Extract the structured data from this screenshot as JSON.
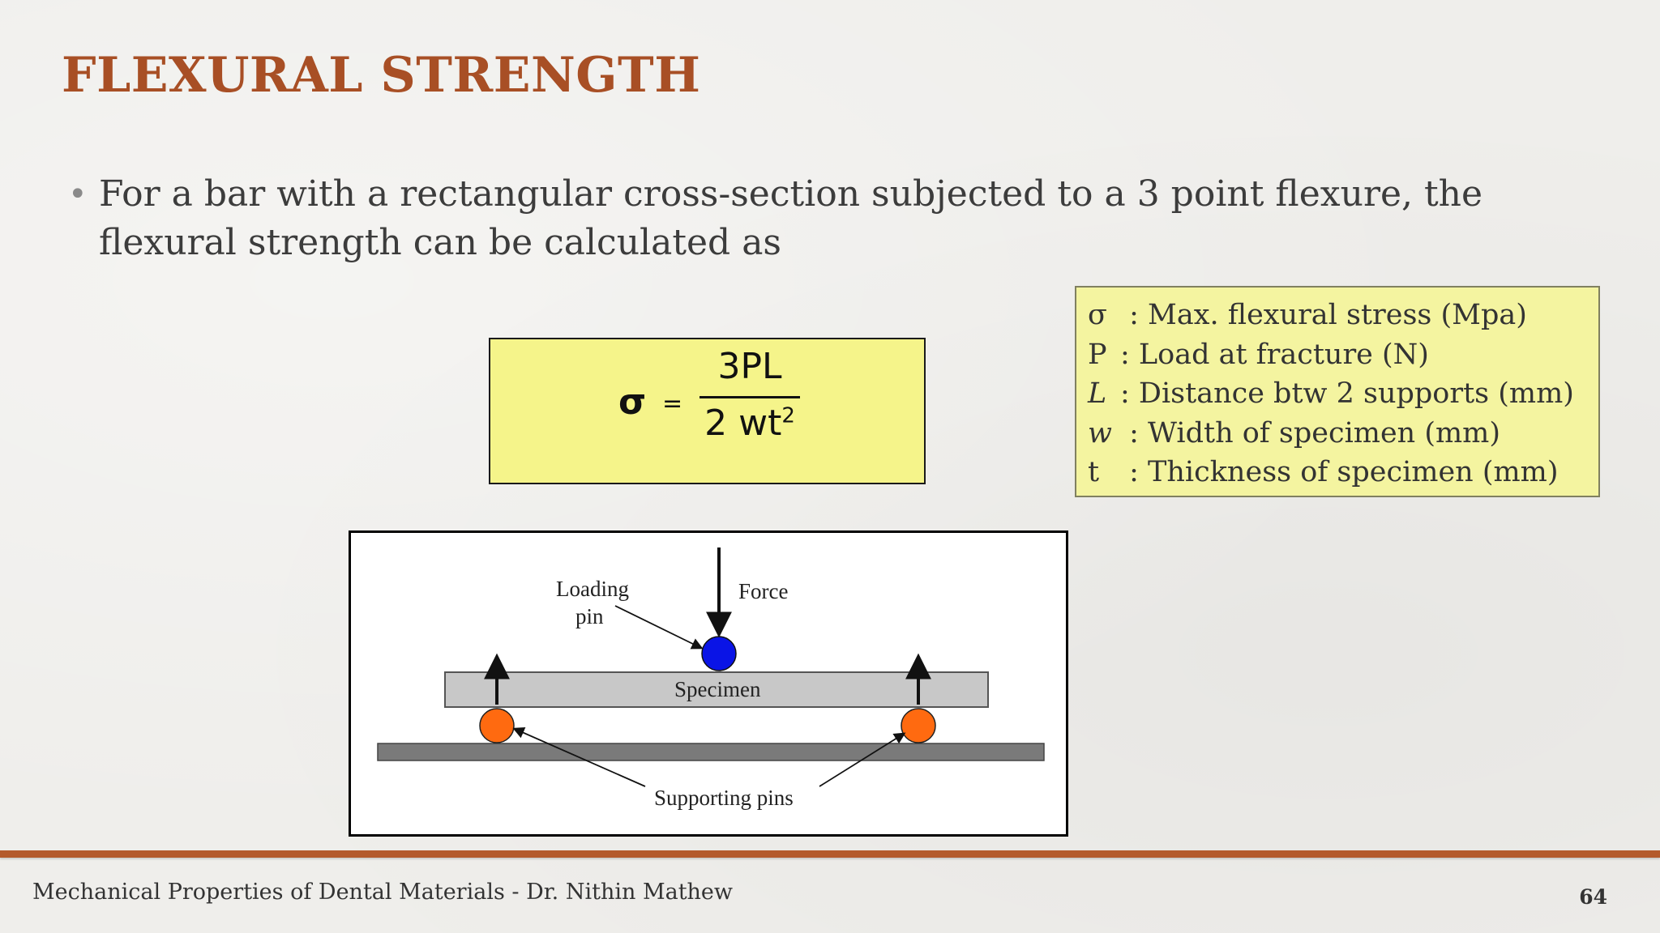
{
  "slide": {
    "title": "FLEXURAL STRENGTH",
    "bullet": "For a bar with a rectangular cross-section subjected to a 3 point flexure, the flexural strength can be calculated as",
    "bullet_marker": "•"
  },
  "formula": {
    "lhs": "σ",
    "equals": "=",
    "numerator": "3PL",
    "denominator": "2 wt",
    "exponent": "2",
    "background": "#f5f48a"
  },
  "legend": {
    "background": "#f4f4a0",
    "items": [
      {
        "symbol": "σ",
        "description": " : Max. flexural stress (Mpa)"
      },
      {
        "symbol": "P",
        "description": ": Load at fracture (N)"
      },
      {
        "symbol": "L",
        "description": ": Distance btw 2 supports (mm)"
      },
      {
        "symbol": "w",
        "description": " : Width of specimen (mm)"
      },
      {
        "symbol": "t",
        "description": " : Thickness of specimen (mm)"
      }
    ]
  },
  "diagram": {
    "loading_pin_label_1": "Loading",
    "loading_pin_label_2": "pin",
    "force_label": "Force",
    "specimen_label": "Specimen",
    "supporting_pins_label": "Supporting pins",
    "colors": {
      "loading_pin": "#0a14e6",
      "support_pin": "#ff6a10",
      "specimen": "#c8c8c8",
      "base": "#7a7a7a"
    }
  },
  "footer": {
    "text": "Mechanical Properties of Dental Materials - Dr. Nithin Mathew",
    "page_number": "64",
    "accent": "#b45a2c"
  }
}
